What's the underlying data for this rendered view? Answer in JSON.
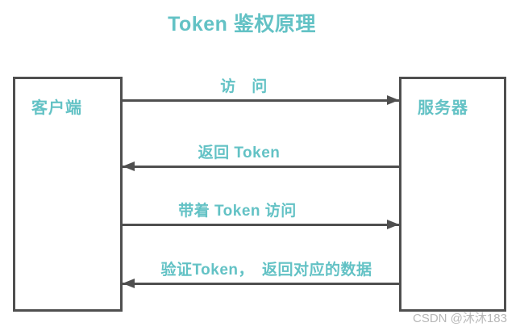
{
  "title": "Token 鉴权原理",
  "nodes": {
    "client": "客户端",
    "server": "服务器"
  },
  "arrows": [
    {
      "label": "访　问",
      "direction": "right"
    },
    {
      "label": "返回 Token",
      "direction": "left"
    },
    {
      "label": "带着 Token 访问",
      "direction": "right"
    },
    {
      "label": "验证Token，　返回对应的数据",
      "direction": "left"
    }
  ],
  "watermark": "CSDN @沐沐183",
  "colors": {
    "accent": "#63c2c5",
    "line": "#4f4f4f",
    "watermark": "#ababab"
  }
}
